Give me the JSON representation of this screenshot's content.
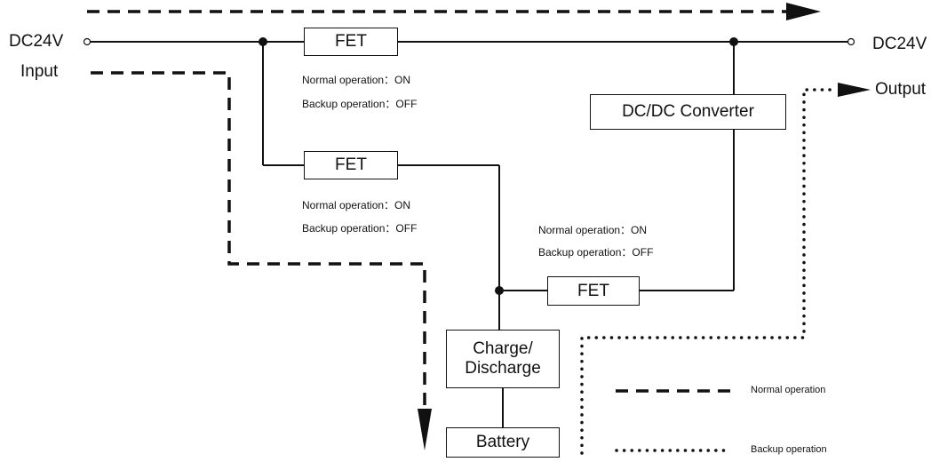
{
  "terminals": {
    "input_voltage": "DC24V",
    "input_label": "Input",
    "output_voltage": "DC24V",
    "output_label": "Output"
  },
  "blocks": {
    "fet_top": "FET",
    "fet_middle": "FET",
    "fet_bottom": "FET",
    "dcdc": "DC/DC Converter",
    "charge_line1": "Charge/",
    "charge_line2": "Discharge",
    "battery": "Battery"
  },
  "states": {
    "fet_top": {
      "normal": "Normal operation：ON",
      "backup": "Backup operation：OFF"
    },
    "fet_middle": {
      "normal": "Normal operation：ON",
      "backup": "Backup operation：OFF"
    },
    "fet_bottom": {
      "normal": "Normal operation：ON",
      "backup": "Backup operation：OFF"
    }
  },
  "legend": {
    "normal": "Normal operation",
    "backup": "Backup operation"
  },
  "colors": {
    "line": "#111111"
  }
}
